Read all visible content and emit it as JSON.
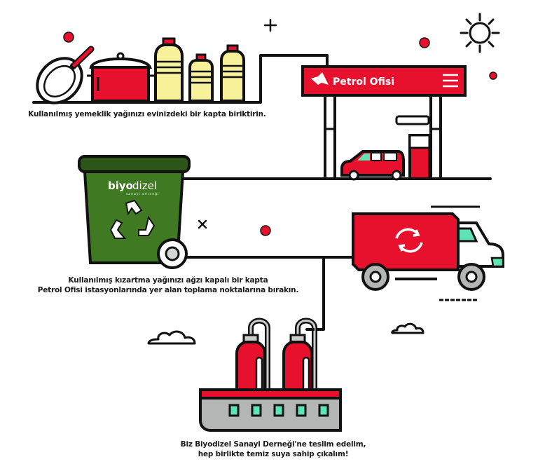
{
  "steps": [
    {
      "caption": "Kullanılmış yemeklik yağınızı evinizdeki bir kapta biriktirin."
    },
    {
      "caption_line1": "Kullanılmış kızartma yağınızı ağzı kapalı bir kapta",
      "caption_line2": "Petrol Ofisi istasyonlarında yer alan toplama noktalarına bırakın."
    },
    {
      "caption_line1": "Biz Biyodizel Sanayi Derneği'ne teslim edelim,",
      "caption_line2": "hep birlikte temiz suya sahip çıkalım!"
    }
  ],
  "station_sign": {
    "brand": "Petrol Ofisi"
  },
  "bin_logo": {
    "brand_bold": "biyo",
    "brand_light": "dizel",
    "tagline": "sanayi derneği"
  },
  "colors": {
    "red": "#e8112d",
    "green": "#3f7a23",
    "dark_green": "#2c5518",
    "oil": "#f7f19a",
    "mint": "#5fe3b4",
    "gray": "#b3b6b5"
  }
}
